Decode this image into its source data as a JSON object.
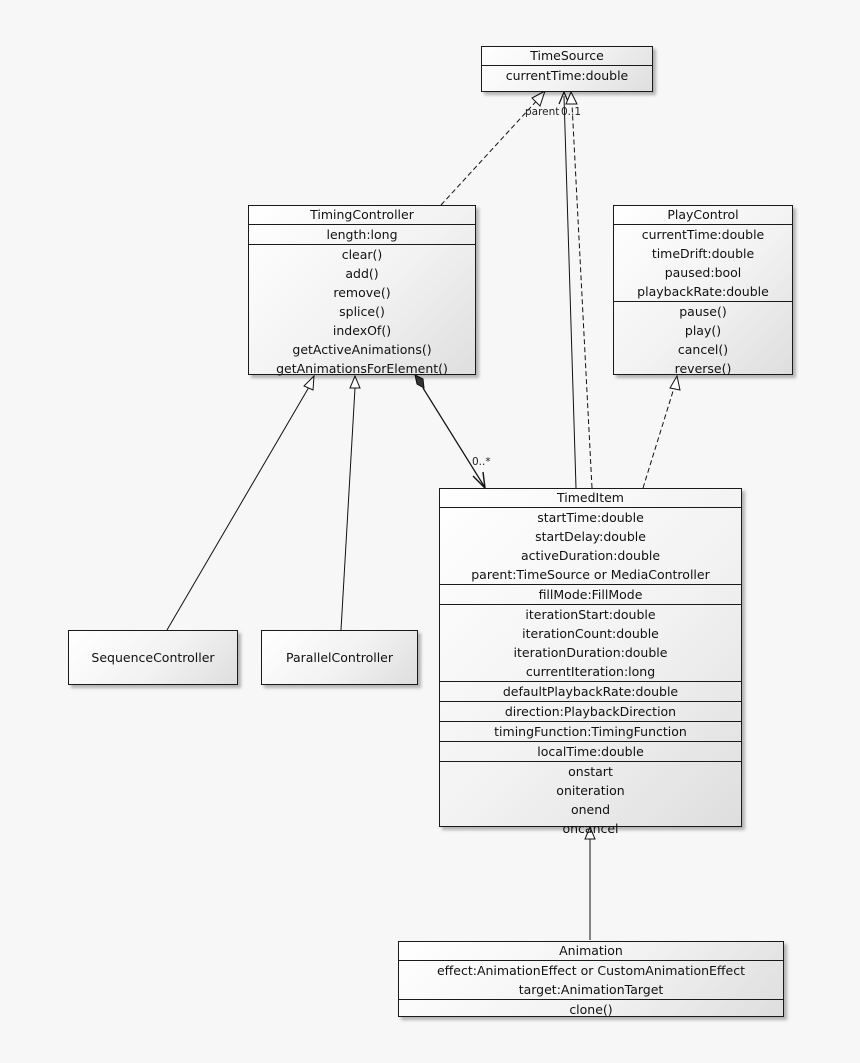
{
  "classes": {
    "timesource": {
      "name": "TimeSource",
      "sections": [
        [
          "currentTime:double"
        ]
      ]
    },
    "timingcontroller": {
      "name": "TimingController",
      "sections": [
        [
          "length:long"
        ],
        [
          "clear()",
          "add()",
          "remove()",
          "splice()",
          "indexOf()",
          "getActiveAnimations()",
          "getAnimationsForElement()"
        ]
      ]
    },
    "playcontrol": {
      "name": "PlayControl",
      "sections": [
        [
          "currentTime:double",
          "timeDrift:double",
          "paused:bool",
          "playbackRate:double"
        ],
        [
          "pause()",
          "play()",
          "cancel()",
          "reverse()"
        ]
      ]
    },
    "timeditem": {
      "name": "TimedItem",
      "sections": [
        [
          "startTime:double",
          "startDelay:double",
          "activeDuration:double",
          "parent:TimeSource or MediaController"
        ],
        [
          "fillMode:FillMode"
        ],
        [
          "iterationStart:double",
          "iterationCount:double",
          "iterationDuration:double",
          "currentIteration:long"
        ],
        [
          "defaultPlaybackRate:double"
        ],
        [
          "direction:PlaybackDirection"
        ],
        [
          "timingFunction:TimingFunction"
        ],
        [
          "localTime:double"
        ],
        [
          "onstart",
          "oniteration",
          "onend",
          "oncancel"
        ]
      ]
    },
    "sequencecontroller": {
      "name": "SequenceController",
      "sections": []
    },
    "parallelcontroller": {
      "name": "ParallelController",
      "sections": []
    },
    "animation": {
      "name": "Animation",
      "sections": [
        [
          "effect:AnimationEffect or CustomAnimationEffect",
          "target:AnimationTarget"
        ],
        [
          "clone()"
        ]
      ]
    }
  },
  "labels": {
    "parent_role": "parent",
    "parent_multiplicity": "0..1",
    "children_multiplicity": "0..*"
  }
}
